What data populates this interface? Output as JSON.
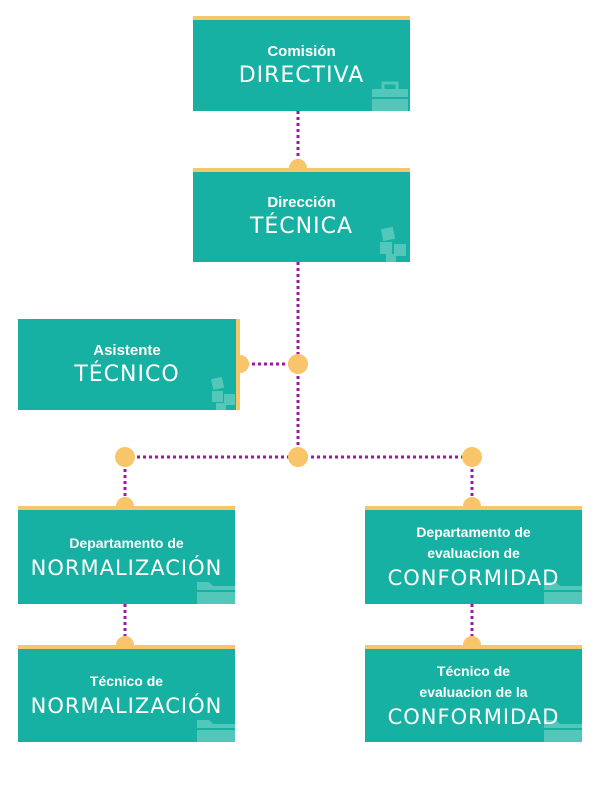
{
  "colors": {
    "box": "#17b1a3",
    "accent": "#f8c56a",
    "connector": "#9b1aa0",
    "node": "#f8c56a"
  },
  "nodes": {
    "comision": {
      "sub": "Comisión",
      "main": "DIRECTIVA",
      "icon": "briefcase-icon"
    },
    "direccion": {
      "sub": "Dirección",
      "main": "TÉCNICA",
      "icon": "boxes-icon"
    },
    "asistente": {
      "sub": "Asistente",
      "main": "TÉCNICO",
      "icon": "boxes-icon"
    },
    "depto_normalizacion": {
      "sub": "Departamento de",
      "main": "NORMALIZACIÓN",
      "icon": "folder-icon"
    },
    "depto_conformidad": {
      "sub_line1": "Departamento de",
      "sub_line2": "evaluacion de",
      "main": "CONFORMIDAD",
      "icon": "folder-icon"
    },
    "tecnico_normalizacion": {
      "sub": "Técnico de",
      "main": "NORMALIZACIÓN",
      "icon": "folder-icon"
    },
    "tecnico_conformidad": {
      "sub_line1": "Técnico de",
      "sub_line2": "evaluacion de la",
      "main": "CONFORMIDAD",
      "icon": "folder-icon"
    }
  }
}
